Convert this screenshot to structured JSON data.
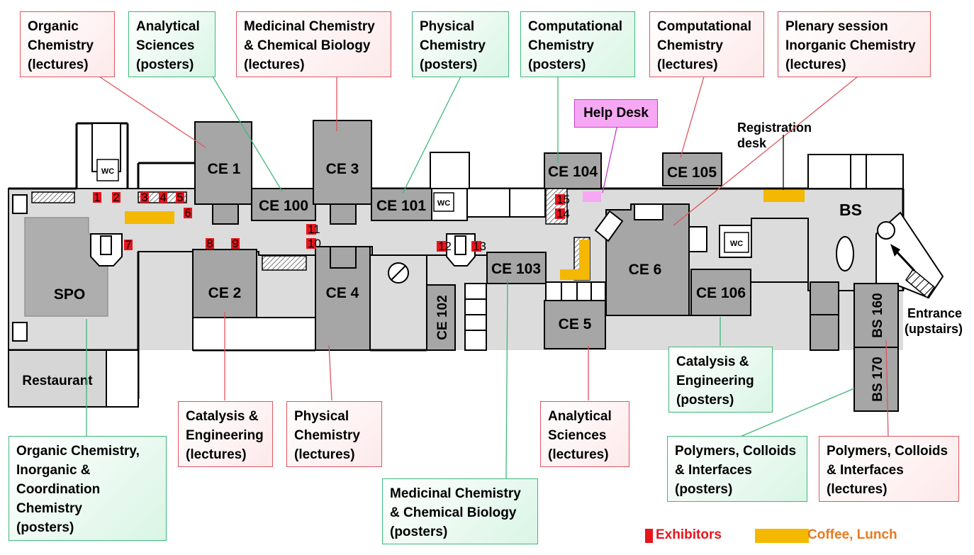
{
  "labels": {
    "organic_lectures": "Organic\nChemistry\n(lectures)",
    "analytical_posters": "Analytical\nSciences\n(posters)",
    "medicinal_lectures": "Medicinal Chemistry\n& Chemical Biology\n(lectures)",
    "physical_posters": "Physical\nChemistry\n(posters)",
    "computational_posters": "Computational\nChemistry\n(posters)",
    "computational_lectures": "Computational\nChemistry\n(lectures)",
    "plenary_inorganic_lectures": "Plenary session\nInorganic Chemistry\n(lectures)",
    "help_desk": "Help Desk",
    "catalysis_posters": "Catalysis &\nEngineering\n(posters)",
    "catalysis_lectures": "Catalysis &\nEngineering\n(lectures)",
    "physical_lectures": "Physical\nChemistry\n(lectures)",
    "analytical_lectures": "Analytical\nSciences\n(lectures)",
    "polymers_posters": "Polymers, Colloids\n& Interfaces\n(posters)",
    "polymers_lectures": "Polymers, Colloids\n& Interfaces\n(lectures)",
    "medicinal_posters": "Medicinal Chemistry\n& Chemical Biology\n(posters)",
    "organic_inorganic_posters": "Organic Chemistry,\nInorganic &\nCoordination\nChemistry\n(posters)"
  },
  "rooms": {
    "ce1": "CE 1",
    "ce2": "CE 2",
    "ce3": "CE 3",
    "ce4": "CE 4",
    "ce5": "CE 5",
    "ce6": "CE 6",
    "ce100": "CE 100",
    "ce101": "CE 101",
    "ce102": "CE 102",
    "ce103": "CE 103",
    "ce104": "CE 104",
    "ce105": "CE 105",
    "ce106": "CE 106",
    "bs": "BS",
    "bs160": "BS 160",
    "bs170": "BS 170",
    "spo": "SPO",
    "restaurant": "Restaurant",
    "wc": "WC"
  },
  "annotations": {
    "registration_line1": "Registration",
    "registration_line2": "desk",
    "entrance_line1": "Entrance",
    "entrance_line2": "(upstairs)"
  },
  "exhibitors": [
    "1",
    "2",
    "3",
    "4",
    "5",
    "6",
    "7",
    "8",
    "9",
    "10",
    "11",
    "12",
    "13",
    "14",
    "15"
  ],
  "legend": {
    "exhibitors": "Exhibitors",
    "coffee_lunch": "Coffee, Lunch"
  },
  "colors": {
    "lecture_border": "#e0555f",
    "poster_border": "#3fb87a",
    "exhibitor": "#e8141c",
    "coffee": "#f5b800",
    "room_fill": "#a6a6a6",
    "corridor_fill": "#dcdcdc",
    "help_desk": "#f7a8f4",
    "legend_exhibitors_text": "#e8141c",
    "legend_coffee_text": "#e87a1e"
  }
}
